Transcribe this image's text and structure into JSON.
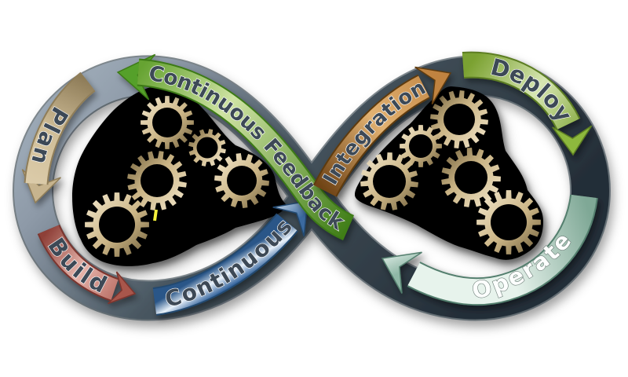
{
  "diagram": {
    "title": "devops-infinity-loop",
    "labels": {
      "plan": "Plan",
      "build": "Build",
      "continuous": "Continuous",
      "continuous_feedback": "Continuous Feedback",
      "integration": "Integration",
      "deploy": "Deploy",
      "operate": "Operate"
    },
    "colors": {
      "band_light": "#9aa7b4",
      "band_light2": "#8e9aa8",
      "band_mid": "#47555f",
      "band_dark2": "#39464f",
      "band_dark": "#242e38",
      "band_edge": "#2e3a46",
      "plan_light": "#dcccaa",
      "plan_mid": "#cfbd97",
      "plan_dark": "#8d7b57",
      "plan_edge": "#8f7d58",
      "plan_head": "#c7b48e",
      "build_light": "#e7b5ac",
      "build_dark": "#8e4038",
      "build_edge": "#7c352e",
      "build_head": "#a8564c",
      "cont_light": "#e8f1fa",
      "cont_dark": "#2a5688",
      "cont_mid": "#33639c",
      "cont_edge": "#24496f",
      "cont_head_light": "#dfe9f3",
      "cont_head_dark": "#3a6aa0",
      "fb_light": "#cfe3a3",
      "fb_mid": "#66a332",
      "fb_dark": "#3f7d17",
      "fb_edge": "#3c7a16",
      "fb_head": "#55a02a",
      "int_light": "#e2b272",
      "int_dark": "#6f4315",
      "int_edge": "#5e3a10",
      "int_head": "#c08340",
      "dep_light": "#d7e6b2",
      "dep_mid": "#7aa130",
      "dep_edge": "#5c7d23",
      "dep_head": "#8db83c",
      "op_light": "#e7f3ec",
      "op_mid": "#7fa896",
      "op_edge": "#527e6d",
      "op_head": "#cfe6da",
      "gear_light": "#f5ead0",
      "gear_mid": "#cbb586",
      "gear_dark": "#6e5d39",
      "blob": "#000000",
      "label_fill": "#3d4a57",
      "label_outline": "#ffffff",
      "operate_fill": "#fcfefd",
      "operate_outline": "#6b7b76",
      "spark": "#f6f23a"
    }
  }
}
